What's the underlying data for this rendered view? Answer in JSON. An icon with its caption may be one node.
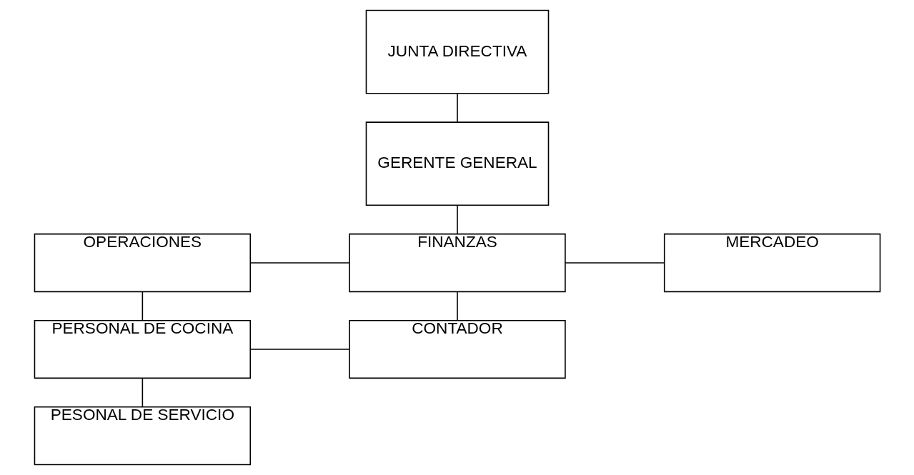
{
  "diagram": {
    "nodes": [
      {
        "text": [
          "JUNTA DIRECTIVA"
        ]
      },
      {
        "text": [
          "GERENTE GENERAL"
        ]
      },
      {
        "text": [
          "OPERACIONES"
        ]
      },
      {
        "text": [
          "FINANZAS"
        ]
      },
      {
        "text": [
          "MERCADEO"
        ]
      },
      {
        "text": [
          "PERSONAL DE COCINA"
        ]
      },
      {
        "text": [
          "CONTADOR"
        ]
      },
      {
        "text": [
          "PESONAL DE SERVICIO"
        ]
      }
    ],
    "edges": [
      {
        "from": 0,
        "to": 1,
        "arrow": "none"
      },
      {
        "from": 1,
        "to": 3,
        "arrow": "none"
      },
      {
        "from": 2,
        "to": 3,
        "arrow": "none"
      },
      {
        "from": 3,
        "to": 4,
        "arrow": "none"
      },
      {
        "from": 3,
        "to": 6,
        "arrow": "none"
      },
      {
        "from": 2,
        "to": 5,
        "arrow": "none"
      },
      {
        "from": 5,
        "to": 6,
        "arrow": "none"
      },
      {
        "from": 5,
        "to": 7,
        "arrow": "none"
      }
    ]
  }
}
